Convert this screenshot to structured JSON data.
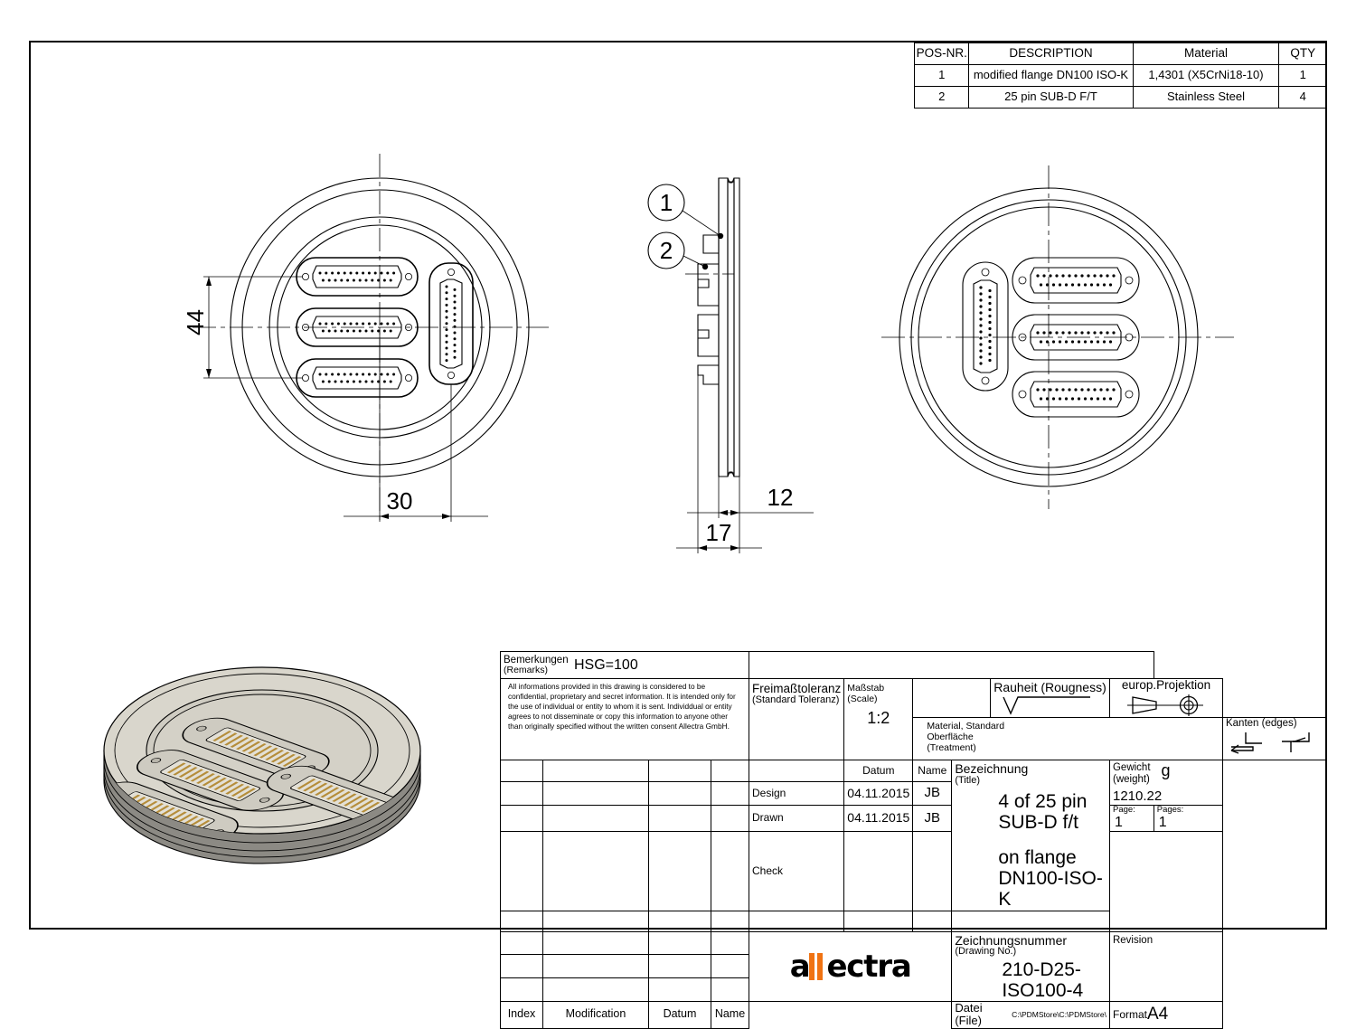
{
  "sheet": {
    "format": "A4",
    "format_label": "Format"
  },
  "parts_list": {
    "headers": [
      "POS-NR.",
      "DESCRIPTION",
      "Material",
      "QTY"
    ],
    "rows": [
      {
        "pos": "1",
        "description": "modified flange DN100 ISO-K",
        "material": "1,4301 (X5CrNi18-10)",
        "qty": "1"
      },
      {
        "pos": "2",
        "description": "25 pin SUB-D F/T",
        "material": "Stainless Steel",
        "qty": "4"
      }
    ]
  },
  "views": {
    "front": {
      "dim_vertical": "44",
      "dim_horizontal": "30"
    },
    "side": {
      "balloon_1": "1",
      "balloon_2": "2",
      "dim_12": "12",
      "dim_17": "17"
    }
  },
  "title_block": {
    "remarks_de": "Bemerkungen",
    "remarks_en": "(Remarks)",
    "remarks_value": "HSG=100",
    "disclaimer": "All informations provided in this drawing is considered to be confidential, proprietary and secret information. It is intended only for the use of individual or entity to whom it is sent. Individdual or entity agrees to not disseminate or copy this information to anyone other than originally specified without the written consent Allectra GmbH.",
    "tolerance_de": "Freimaßtoleranz",
    "tolerance_en": "(Standard Toleranz)",
    "scale_de": "Maßstab",
    "scale_en": "(Scale)",
    "scale_value": "1:2",
    "roughness_label": "Rauheit (Rougness)",
    "projection_label": "europ.Projektion",
    "edges_label": "Kanten (edges)",
    "material_line1": "Material, Standard",
    "material_line2": "Oberfläche",
    "material_line3": "(Treatment)",
    "title_de": "Bezeichnung",
    "title_en": "(Title)",
    "title_line1": "4 of 25 pin SUB-D f/t",
    "title_line2": "on flange DN100-ISO-K",
    "weight_de": "Gewicht",
    "weight_en": "(weight)",
    "weight_unit": "g",
    "weight_value": "1210.22",
    "page_label": "Page:",
    "page_value": "1",
    "pages_label": "Pages:",
    "pages_value": "1",
    "drawing_no_de": "Zeichnungsnummer",
    "drawing_no_en": "(Drawing No.)",
    "drawing_no_value": "210-D25-ISO100-4",
    "revision_label": "Revision",
    "revision_value": "",
    "file_label": "Datei (File)",
    "file_value": "C:\\PDMStore\\C:\\PDMStore\\",
    "approval": {
      "headers": [
        "",
        "Datum",
        "Name"
      ],
      "rows": [
        {
          "role": "Design",
          "date": "04.11.2015",
          "name": "JB"
        },
        {
          "role": "Drawn",
          "date": "04.11.2015",
          "name": "JB"
        },
        {
          "role": "Check",
          "date": "",
          "name": ""
        }
      ]
    },
    "revision_table": {
      "headers": [
        "Index",
        "Modification",
        "Datum",
        "Name"
      ],
      "rows": [
        {
          "index": "",
          "modification": "",
          "datum": "",
          "name": ""
        },
        {
          "index": "",
          "modification": "",
          "datum": "",
          "name": ""
        },
        {
          "index": "",
          "modification": "",
          "datum": "",
          "name": ""
        },
        {
          "index": "",
          "modification": "",
          "datum": "",
          "name": ""
        },
        {
          "index": "",
          "modification": "",
          "datum": "",
          "name": ""
        },
        {
          "index": "",
          "modification": "",
          "datum": "",
          "name": ""
        },
        {
          "index": "",
          "modification": "",
          "datum": "",
          "name": ""
        },
        {
          "index": "",
          "modification": "",
          "datum": "",
          "name": ""
        }
      ]
    },
    "logo_text_before": "a",
    "logo_text_after": "ectra"
  },
  "colors": {
    "logo_orange": "#f07313",
    "line": "#000000",
    "iso_body": "#d9d6cc",
    "iso_side": "#a6a39c",
    "iso_pins": "#b58d3a"
  }
}
